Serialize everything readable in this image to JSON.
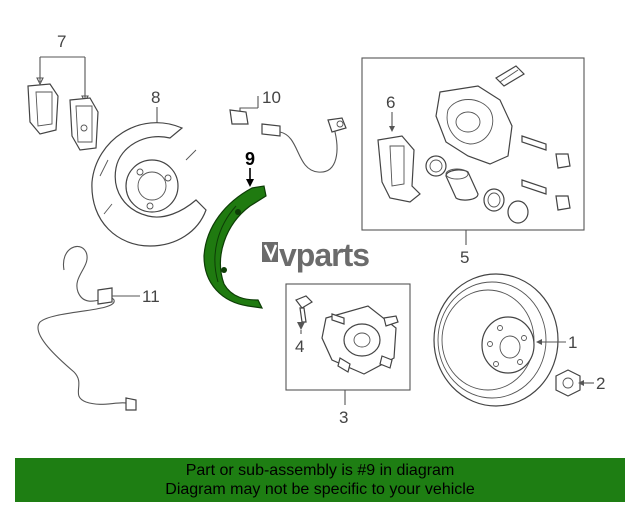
{
  "callouts": {
    "c1": "1",
    "c2": "2",
    "c3": "3",
    "c4": "4",
    "c5": "5",
    "c6": "6",
    "c7": "7",
    "c8": "8",
    "c9": "9",
    "c10": "10",
    "c11": "11"
  },
  "highlighted_part": "9",
  "logo_text": "vparts",
  "banner": {
    "line1": "Part or sub-assembly is #9 in diagram",
    "line2": "Diagram may not be specific to your vehicle"
  },
  "colors": {
    "banner": "#1e7e13",
    "highlight_part": "#1f7a10",
    "line": "#555555"
  }
}
